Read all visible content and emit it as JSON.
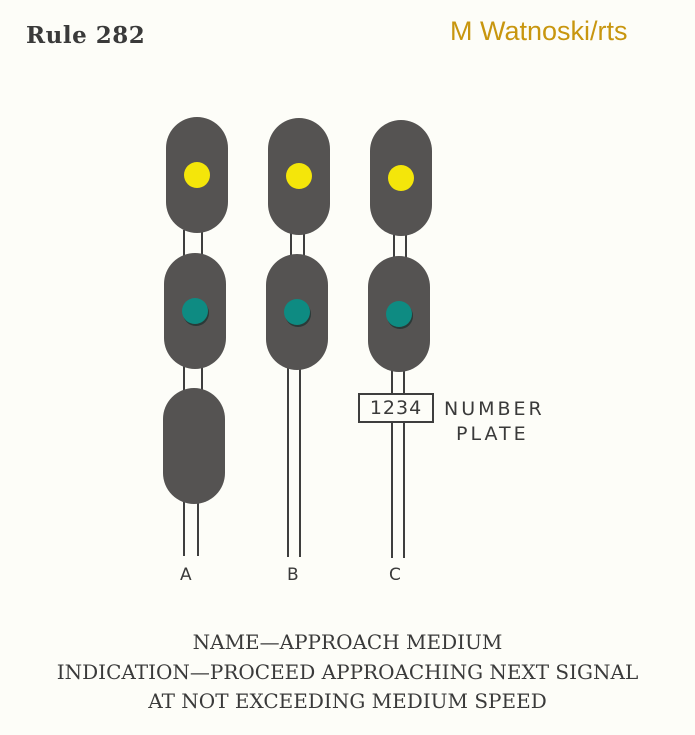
{
  "header": {
    "rule": "Rule 282",
    "credit": "M Watnoski/rts"
  },
  "signals": [
    {
      "label": "A",
      "heads": [
        "yellow",
        "green",
        "dark"
      ]
    },
    {
      "label": "B",
      "heads": [
        "yellow",
        "green"
      ]
    },
    {
      "label": "C",
      "heads": [
        "yellow",
        "green"
      ],
      "number_plate": "1234"
    }
  ],
  "number_plate": {
    "value": "1234",
    "label_line1": "NUMBER",
    "label_line2": "PLATE"
  },
  "caption": {
    "line1": "NAME—APPROACH  MEDIUM",
    "line2": "INDICATION—PROCEED APPROACHING NEXT SIGNAL",
    "line3": "AT NOT EXCEEDING MEDIUM SPEED"
  },
  "colors": {
    "head": "#555352",
    "yellow_lamp": "#f4e60a",
    "green_lamp": "#0e8b82",
    "credit": "#c8960f"
  }
}
